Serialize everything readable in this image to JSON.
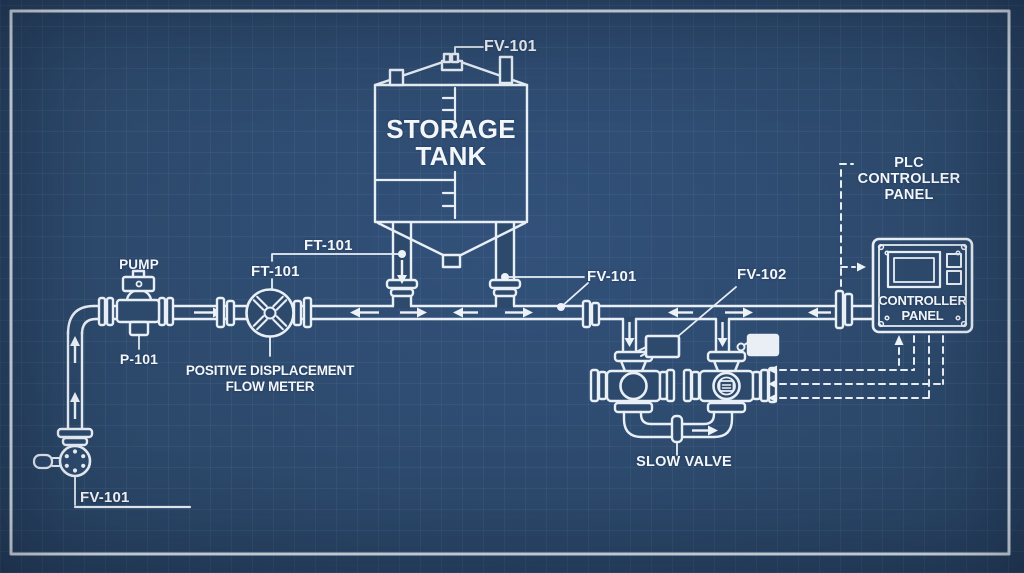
{
  "colors": {
    "background": "#2d4a6d",
    "line": "#e9eff6",
    "text": "#f3f6fa"
  },
  "labels": {
    "tank_top_valve": "FV-101",
    "tank_line1": "STORAGE",
    "tank_line2": "TANK",
    "pump_title": "PUMP",
    "pump_tag": "P-101",
    "ft_upper": "FT-101",
    "ft_lower": "FT-101",
    "fv101_mid": "FV-101",
    "fv102": "FV-102",
    "meter_line1": "POSITIVE DISPLACEMENT",
    "meter_line2": "FLOW METER",
    "slow_valve": "SLOW VALVE",
    "plc_line1": "PLC CONTROLLER",
    "plc_line2": "PANEL",
    "panel_line1": "CONTROLLER",
    "panel_line2": "PANEL",
    "manual_valve": "FV-101"
  }
}
